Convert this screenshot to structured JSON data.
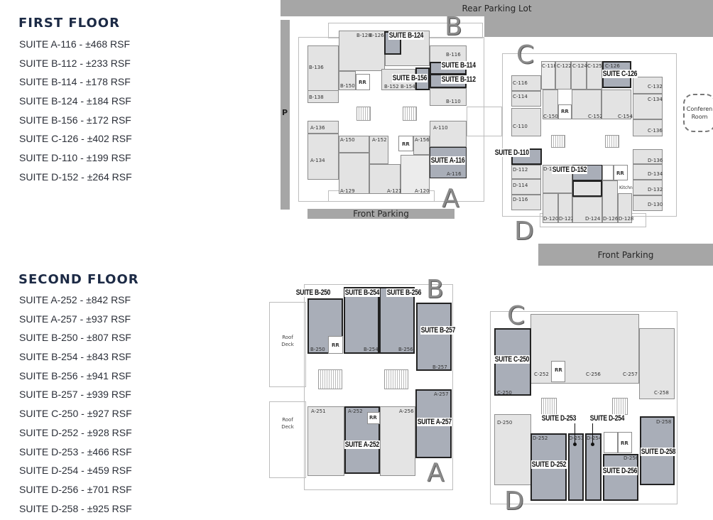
{
  "first_floor": {
    "title": "FIRST FLOOR",
    "suites": [
      "SUITE A-116 - ±468 RSF",
      "SUITE B-112 - ±233 RSF",
      "SUITE B-114 - ±178 RSF",
      "SUITE B-124 - ±184 RSF",
      "SUITE B-156 - ±172 RSF",
      "SUITE C-126 - ±402 RSF",
      "SUITE D-110 - ±199 RSF",
      "SUITE D-152 - ±264 RSF"
    ]
  },
  "second_floor": {
    "title": "SECOND FLOOR",
    "suites": [
      "SUITE A-252 - ±842 RSF",
      "SUITE A-257 - ±937 RSF",
      "SUITE B-250 - ±807 RSF",
      "SUITE B-254 - ±843 RSF",
      "SUITE B-256 - ±941 RSF",
      "SUITE B-257 - ±939 RSF",
      "SUITE C-250 - ±927 RSF",
      "SUITE D-252 - ±928 RSF",
      "SUITE D-253 - ±466 RSF",
      "SUITE D-254 - ±459 RSF",
      "SUITE D-256 - ±701 RSF",
      "SUITE D-258 - ±925 RSF"
    ]
  },
  "parking": {
    "rear": "Rear Parking Lot",
    "front_left": "Front Parking",
    "front_right": "Front Parking",
    "side": "P"
  },
  "building_letters": {
    "a": "A",
    "b": "B",
    "c": "C",
    "d": "D"
  },
  "plan1": {
    "suite_labels": {
      "b124": "SUITE B-124",
      "b114": "SUITE B-114",
      "b112": "SUITE B-112",
      "b156": "SUITE B-156",
      "a116": "SUITE A-116",
      "c126": "SUITE C-126",
      "d110": "SUITE D-110",
      "d152": "SUITE D-152"
    },
    "rooms": {
      "b128": "B-128",
      "b126": "B-126",
      "b116": "B-116",
      "b136": "B-136",
      "b138": "B-138",
      "b150": "B-150",
      "rr_b": "RR",
      "b152": "B-152",
      "b154": "B-154",
      "b156": "B-156",
      "b110": "B-110",
      "a136": "A-136",
      "a134": "A-134",
      "a150": "A-150",
      "a152": "A-152",
      "rr_a": "RR",
      "a156": "A-156",
      "a110": "A-110",
      "a116": "A-116",
      "a129": "A-129",
      "a121": "A-121",
      "a120": "A-120",
      "c118": "C-118",
      "c122": "C-122",
      "c124": "C-124",
      "c125": "C-125",
      "c126": "C-126",
      "c116": "C-116",
      "c114": "C-114",
      "c110": "C-110",
      "c150": "C-150",
      "rr_c": "RR",
      "c152": "C-152",
      "c154": "C-154",
      "c132": "C-132",
      "c134": "C-134",
      "c136": "C-136",
      "d112": "D-112",
      "d15x": "D-15",
      "d114": "D-114",
      "d116": "D-116",
      "rr_d": "RR",
      "kitchen": "Kitchn",
      "d136": "D-136",
      "d134": "D-134",
      "d132": "D-132",
      "d130": "D-130",
      "d120": "D-120",
      "d122": "D-122",
      "d124": "D-124",
      "d126": "D-126",
      "d128": "D-128"
    },
    "conference": "Conferen Room"
  },
  "plan2": {
    "suite_labels": {
      "b250": "SUITE B-250",
      "b254": "SUITE B-254",
      "b256": "SUITE B-256",
      "b257": "SUITE B-257",
      "a252": "SUITE A-252",
      "a257": "SUITE A-257",
      "c250": "SUITE C-250",
      "d253": "SUITE D-253",
      "d254": "SUITE D-254",
      "d252": "SUITE D-252",
      "d256": "SUITE D-256",
      "d258": "SUITE D-258"
    },
    "rooms": {
      "b250": "B-250",
      "rr_b": "RR",
      "b254": "B-254",
      "b256": "B-256",
      "b257": "B-257",
      "a251": "A-251",
      "a252": "A-252",
      "rr_a": "RR",
      "a256": "A-256",
      "a257": "A-257",
      "c252": "C-252",
      "rr_c": "RR",
      "c256": "C-256",
      "c257": "C-257",
      "c250": "C-250",
      "c258": "C-258",
      "d250": "D-250",
      "d252": "D-252",
      "d253": "D-253",
      "d254": "D-254",
      "rr_d": "RR",
      "d256": "D-256",
      "d258": "D-258"
    },
    "roof_deck_top": "Roof Deck",
    "roof_deck_bottom": "Roof Deck"
  }
}
